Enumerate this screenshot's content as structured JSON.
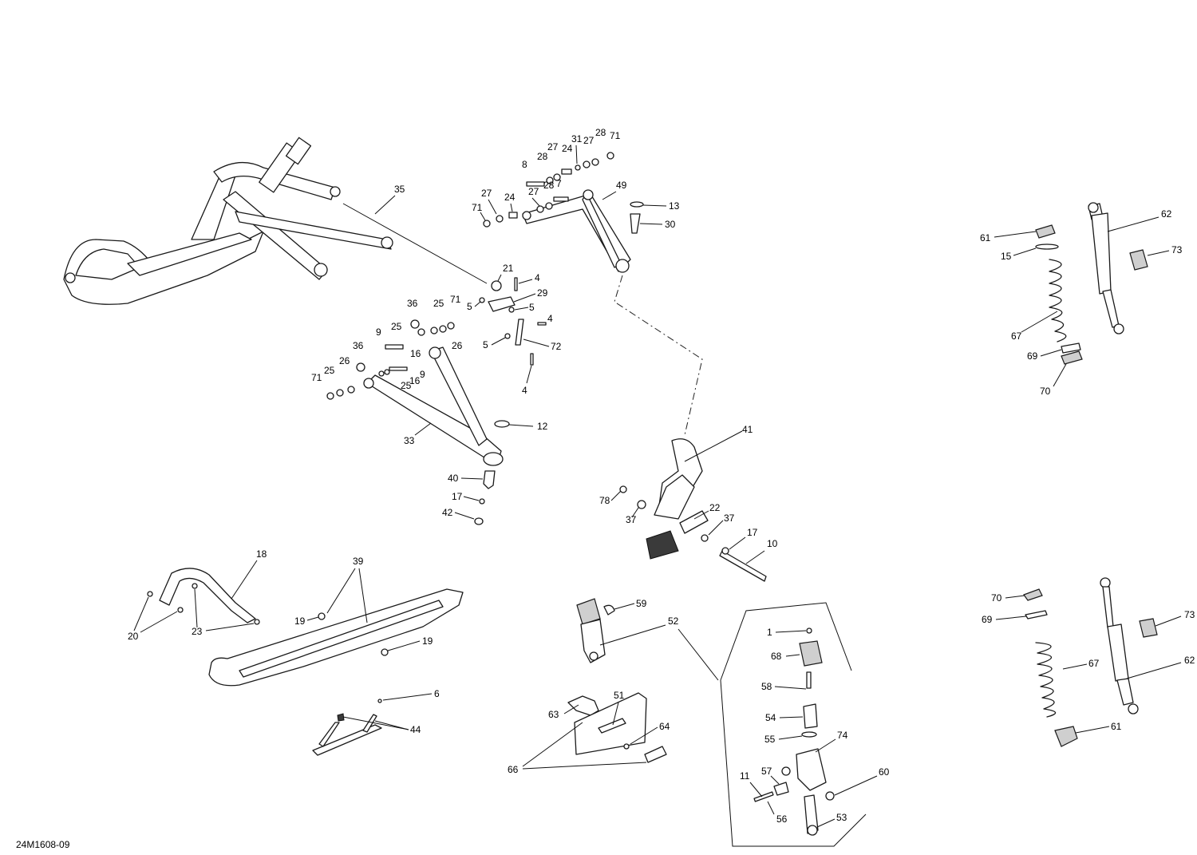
{
  "document_id": "24M1608-09",
  "callouts": [
    {
      "id": "c35",
      "text": "35"
    },
    {
      "id": "c49",
      "text": "49"
    },
    {
      "id": "c13",
      "text": "13"
    },
    {
      "id": "c30",
      "text": "30"
    },
    {
      "id": "c8",
      "text": "8"
    },
    {
      "id": "c28a",
      "text": "28"
    },
    {
      "id": "c27a",
      "text": "27"
    },
    {
      "id": "c24a",
      "text": "24"
    },
    {
      "id": "c31",
      "text": "31"
    },
    {
      "id": "c27b",
      "text": "27"
    },
    {
      "id": "c28b",
      "text": "28"
    },
    {
      "id": "c71a",
      "text": "71"
    },
    {
      "id": "c27c",
      "text": "27"
    },
    {
      "id": "c24b",
      "text": "24"
    },
    {
      "id": "c27d",
      "text": "27"
    },
    {
      "id": "c28c",
      "text": "28"
    },
    {
      "id": "c7",
      "text": "7"
    },
    {
      "id": "c71b",
      "text": "71"
    },
    {
      "id": "c21",
      "text": "21"
    },
    {
      "id": "c4a",
      "text": "4"
    },
    {
      "id": "c29",
      "text": "29"
    },
    {
      "id": "c5a",
      "text": "5"
    },
    {
      "id": "c5b",
      "text": "5"
    },
    {
      "id": "c4b",
      "text": "4"
    },
    {
      "id": "c5c",
      "text": "5"
    },
    {
      "id": "c72",
      "text": "72"
    },
    {
      "id": "c4c",
      "text": "4"
    },
    {
      "id": "c36a",
      "text": "36"
    },
    {
      "id": "c25a",
      "text": "25"
    },
    {
      "id": "c71c",
      "text": "71"
    },
    {
      "id": "c9a",
      "text": "9"
    },
    {
      "id": "c25b",
      "text": "25"
    },
    {
      "id": "c26a",
      "text": "26"
    },
    {
      "id": "c16a",
      "text": "16"
    },
    {
      "id": "c36b",
      "text": "36"
    },
    {
      "id": "c25c",
      "text": "25"
    },
    {
      "id": "c26b",
      "text": "26"
    },
    {
      "id": "c71d",
      "text": "71"
    },
    {
      "id": "c9b",
      "text": "9"
    },
    {
      "id": "c16b",
      "text": "16"
    },
    {
      "id": "c25d",
      "text": "25"
    },
    {
      "id": "c12",
      "text": "12"
    },
    {
      "id": "c33",
      "text": "33"
    },
    {
      "id": "c40",
      "text": "40"
    },
    {
      "id": "c17a",
      "text": "17"
    },
    {
      "id": "c42",
      "text": "42"
    },
    {
      "id": "c41",
      "text": "41"
    },
    {
      "id": "c78",
      "text": "78"
    },
    {
      "id": "c37a",
      "text": "37"
    },
    {
      "id": "c22",
      "text": "22"
    },
    {
      "id": "c37b",
      "text": "37"
    },
    {
      "id": "c17b",
      "text": "17"
    },
    {
      "id": "c10",
      "text": "10"
    },
    {
      "id": "c61a",
      "text": "61"
    },
    {
      "id": "c62a",
      "text": "62"
    },
    {
      "id": "c15",
      "text": "15"
    },
    {
      "id": "c73a",
      "text": "73"
    },
    {
      "id": "c67a",
      "text": "67"
    },
    {
      "id": "c69a",
      "text": "69"
    },
    {
      "id": "c70a",
      "text": "70"
    },
    {
      "id": "c18",
      "text": "18"
    },
    {
      "id": "c39",
      "text": "39"
    },
    {
      "id": "c19a",
      "text": "19"
    },
    {
      "id": "c20",
      "text": "20"
    },
    {
      "id": "c23",
      "text": "23"
    },
    {
      "id": "c19b",
      "text": "19"
    },
    {
      "id": "c6",
      "text": "6"
    },
    {
      "id": "c44",
      "text": "44"
    },
    {
      "id": "c59",
      "text": "59"
    },
    {
      "id": "c52",
      "text": "52"
    },
    {
      "id": "c51",
      "text": "51"
    },
    {
      "id": "c63",
      "text": "63"
    },
    {
      "id": "c64",
      "text": "64"
    },
    {
      "id": "c66",
      "text": "66"
    },
    {
      "id": "c1",
      "text": "1"
    },
    {
      "id": "c68",
      "text": "68"
    },
    {
      "id": "c58",
      "text": "58"
    },
    {
      "id": "c54",
      "text": "54"
    },
    {
      "id": "c55",
      "text": "55"
    },
    {
      "id": "c74",
      "text": "74"
    },
    {
      "id": "c57",
      "text": "57"
    },
    {
      "id": "c11",
      "text": "11"
    },
    {
      "id": "c60",
      "text": "60"
    },
    {
      "id": "c56",
      "text": "56"
    },
    {
      "id": "c53",
      "text": "53"
    },
    {
      "id": "c70b",
      "text": "70"
    },
    {
      "id": "c69b",
      "text": "69"
    },
    {
      "id": "c73b",
      "text": "73"
    },
    {
      "id": "c67b",
      "text": "67"
    },
    {
      "id": "c62b",
      "text": "62"
    },
    {
      "id": "c61b",
      "text": "61"
    }
  ]
}
